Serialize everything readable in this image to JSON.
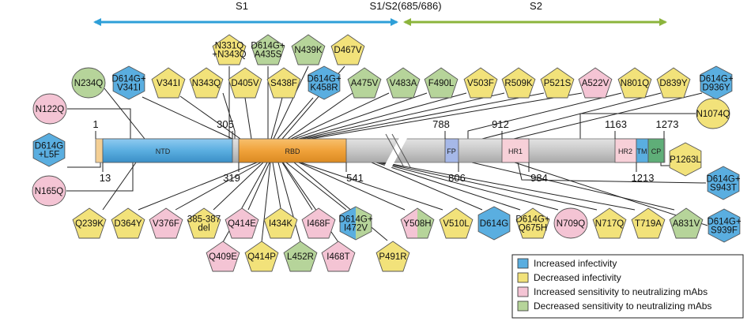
{
  "colors": {
    "increased_infectivity": "#5aaee0",
    "decreased_infectivity": "#f2e27a",
    "increased_sensitivity": "#f4c4d4",
    "decreased_sensitivity": "#b6d49a",
    "arrow_s1": "#2e9fd8",
    "arrow_s2": "#8cb43c",
    "ntd": "#5aaee0",
    "rbd": "#f0a23a",
    "backbone": "#c8c8c8"
  },
  "header": {
    "s1": "S1",
    "s1s2": "S1/S2(685/686)",
    "s2": "S2"
  },
  "domains": {
    "ntd": "NTD",
    "rbd": "RBD",
    "fp": "FP",
    "hr1": "HR1",
    "hr2": "HR2",
    "tm": "TM",
    "cp": "CP"
  },
  "positions": {
    "p1": "1",
    "p13": "13",
    "p305": "305",
    "p319": "319",
    "p541": "541",
    "p788": "788",
    "p806": "806",
    "p912": "912",
    "p984": "984",
    "p1163": "1163",
    "p1213": "1213",
    "p1273": "1273"
  },
  "mutations": [
    {
      "id": "N122Q",
      "text": [
        "N122Q"
      ],
      "shape": "ellipse",
      "fill": [
        "increased_sensitivity"
      ]
    },
    {
      "id": "D614G+L5F",
      "text": [
        "D614G",
        "+L5F"
      ],
      "shape": "hex",
      "fill": [
        "increased_infectivity"
      ]
    },
    {
      "id": "N165Q",
      "text": [
        "N165Q"
      ],
      "shape": "ellipse",
      "fill": [
        "increased_sensitivity"
      ]
    },
    {
      "id": "N234Q",
      "text": [
        "N234Q"
      ],
      "shape": "ellipse",
      "fill": [
        "decreased_sensitivity"
      ]
    },
    {
      "id": "D614G+V341I",
      "text": [
        "D614G+",
        "V341I"
      ],
      "shape": "hex",
      "fill": [
        "increased_infectivity"
      ]
    },
    {
      "id": "V341I",
      "text": [
        "V341I"
      ],
      "shape": "pent",
      "fill": [
        "decreased_infectivity"
      ]
    },
    {
      "id": "N343Q",
      "text": [
        "N343Q"
      ],
      "shape": "pent",
      "fill": [
        "decreased_infectivity"
      ]
    },
    {
      "id": "N331Q+N343Q",
      "text": [
        "N331Q",
        "+N343Q"
      ],
      "shape": "pent",
      "fill": [
        "decreased_infectivity"
      ]
    },
    {
      "id": "D405V",
      "text": [
        "D405V"
      ],
      "shape": "pent",
      "fill": [
        "decreased_infectivity"
      ]
    },
    {
      "id": "D614G+A435S",
      "text": [
        "D614G+",
        "A435S"
      ],
      "shape": "pent",
      "fill": [
        "decreased_sensitivity"
      ]
    },
    {
      "id": "S438F",
      "text": [
        "S438F"
      ],
      "shape": "pent",
      "fill": [
        "decreased_infectivity"
      ]
    },
    {
      "id": "N439K",
      "text": [
        "N439K"
      ],
      "shape": "pent",
      "fill": [
        "decreased_sensitivity"
      ]
    },
    {
      "id": "D614G+K458R",
      "text": [
        "D614G+",
        "K458R"
      ],
      "shape": "hex",
      "fill": [
        "increased_infectivity"
      ]
    },
    {
      "id": "D467V",
      "text": [
        "D467V"
      ],
      "shape": "pent",
      "fill": [
        "decreased_infectivity"
      ]
    },
    {
      "id": "A475V",
      "text": [
        "A475V"
      ],
      "shape": "pent",
      "fill": [
        "decreased_sensitivity"
      ]
    },
    {
      "id": "V483A",
      "text": [
        "V483A"
      ],
      "shape": "pent",
      "fill": [
        "decreased_sensitivity"
      ]
    },
    {
      "id": "F490L",
      "text": [
        "F490L"
      ],
      "shape": "pent",
      "fill": [
        "decreased_sensitivity"
      ]
    },
    {
      "id": "V503F",
      "text": [
        "V503F"
      ],
      "shape": "pent",
      "fill": [
        "decreased_infectivity"
      ]
    },
    {
      "id": "R509K",
      "text": [
        "R509K"
      ],
      "shape": "pent",
      "fill": [
        "decreased_infectivity"
      ]
    },
    {
      "id": "P521S",
      "text": [
        "P521S"
      ],
      "shape": "pent",
      "fill": [
        "decreased_infectivity"
      ]
    },
    {
      "id": "A522V",
      "text": [
        "A522V"
      ],
      "shape": "pent",
      "fill": [
        "increased_sensitivity"
      ]
    },
    {
      "id": "N801Q",
      "text": [
        "N801Q"
      ],
      "shape": "pent",
      "fill": [
        "decreased_infectivity"
      ]
    },
    {
      "id": "D839Y",
      "text": [
        "D839Y"
      ],
      "shape": "pent",
      "fill": [
        "decreased_infectivity"
      ]
    },
    {
      "id": "D614G+D936Y",
      "text": [
        "D614G+",
        "D936Y"
      ],
      "shape": "hex",
      "fill": [
        "increased_infectivity"
      ]
    },
    {
      "id": "N1074Q",
      "text": [
        "N1074Q"
      ],
      "shape": "ellipse",
      "fill": [
        "decreased_infectivity"
      ]
    },
    {
      "id": "P1263L",
      "text": [
        "P1263L"
      ],
      "shape": "hex",
      "fill": [
        "decreased_infectivity"
      ]
    },
    {
      "id": "D614G+S943T",
      "text": [
        "D614G+",
        "S943T"
      ],
      "shape": "hex",
      "fill": [
        "increased_infectivity"
      ]
    },
    {
      "id": "D614G+S939F",
      "text": [
        "D614G+",
        "S939F"
      ],
      "shape": "hex",
      "fill": [
        "increased_infectivity"
      ]
    },
    {
      "id": "Q239K",
      "text": [
        "Q239K"
      ],
      "shape": "pent",
      "fill": [
        "decreased_infectivity"
      ]
    },
    {
      "id": "D364Y",
      "text": [
        "D364Y"
      ],
      "shape": "pent",
      "fill": [
        "decreased_infectivity"
      ]
    },
    {
      "id": "V376F",
      "text": [
        "V376F"
      ],
      "shape": "pent",
      "fill": [
        "increased_sensitivity"
      ]
    },
    {
      "id": "385-387 del",
      "text": [
        "385-387",
        "del"
      ],
      "shape": "pent",
      "fill": [
        "decreased_infectivity"
      ]
    },
    {
      "id": "Q414E",
      "text": [
        "Q414E"
      ],
      "shape": "pent",
      "fill": [
        "increased_sensitivity"
      ]
    },
    {
      "id": "I434K",
      "text": [
        "I434K"
      ],
      "shape": "pent",
      "fill": [
        "decreased_infectivity"
      ]
    },
    {
      "id": "I468F",
      "text": [
        "I468F"
      ],
      "shape": "pent",
      "fill": [
        "increased_sensitivity"
      ]
    },
    {
      "id": "D614G+I472V",
      "text": [
        "D614G+",
        "I472V"
      ],
      "shape": "hex",
      "fill": [
        "increased_infectivity",
        "decreased_sensitivity"
      ]
    },
    {
      "id": "Q409E",
      "text": [
        "Q409E"
      ],
      "shape": "pent",
      "fill": [
        "increased_sensitivity"
      ]
    },
    {
      "id": "Q414P",
      "text": [
        "Q414P"
      ],
      "shape": "pent",
      "fill": [
        "decreased_infectivity"
      ]
    },
    {
      "id": "L452R",
      "text": [
        "L452R"
      ],
      "shape": "pent",
      "fill": [
        "decreased_sensitivity"
      ]
    },
    {
      "id": "I468T",
      "text": [
        "I468T"
      ],
      "shape": "pent",
      "fill": [
        "increased_sensitivity"
      ]
    },
    {
      "id": "P491R",
      "text": [
        "P491R"
      ],
      "shape": "pent",
      "fill": [
        "decreased_infectivity"
      ]
    },
    {
      "id": "Y508H",
      "text": [
        "Y508H"
      ],
      "shape": "pent",
      "fill": [
        "increased_sensitivity",
        "decreased_sensitivity"
      ]
    },
    {
      "id": "V510L",
      "text": [
        "V510L"
      ],
      "shape": "pent",
      "fill": [
        "decreased_infectivity"
      ]
    },
    {
      "id": "D614G",
      "text": [
        "D614G"
      ],
      "shape": "hex",
      "fill": [
        "increased_infectivity"
      ]
    },
    {
      "id": "D614G+Q675H",
      "text": [
        "D614G+",
        "Q675H"
      ],
      "shape": "pent",
      "fill": [
        "decreased_infectivity"
      ]
    },
    {
      "id": "N709Q",
      "text": [
        "N709Q"
      ],
      "shape": "ellipse",
      "fill": [
        "increased_sensitivity"
      ]
    },
    {
      "id": "N717Q",
      "text": [
        "N717Q"
      ],
      "shape": "pent",
      "fill": [
        "decreased_infectivity"
      ]
    },
    {
      "id": "T719A",
      "text": [
        "T719A"
      ],
      "shape": "pent",
      "fill": [
        "decreased_infectivity"
      ]
    },
    {
      "id": "A831V",
      "text": [
        "A831V"
      ],
      "shape": "pent",
      "fill": [
        "decreased_sensitivity"
      ]
    }
  ],
  "legend": [
    {
      "key": "increased_infectivity",
      "label": "Increased infectivity"
    },
    {
      "key": "decreased_infectivity",
      "label": "Decreased infectivity"
    },
    {
      "key": "increased_sensitivity",
      "label": "Increased sensitivity to neutralizing mAbs"
    },
    {
      "key": "decreased_sensitivity",
      "label": "Decreased sensitivity to neutralizing mAbs"
    }
  ]
}
